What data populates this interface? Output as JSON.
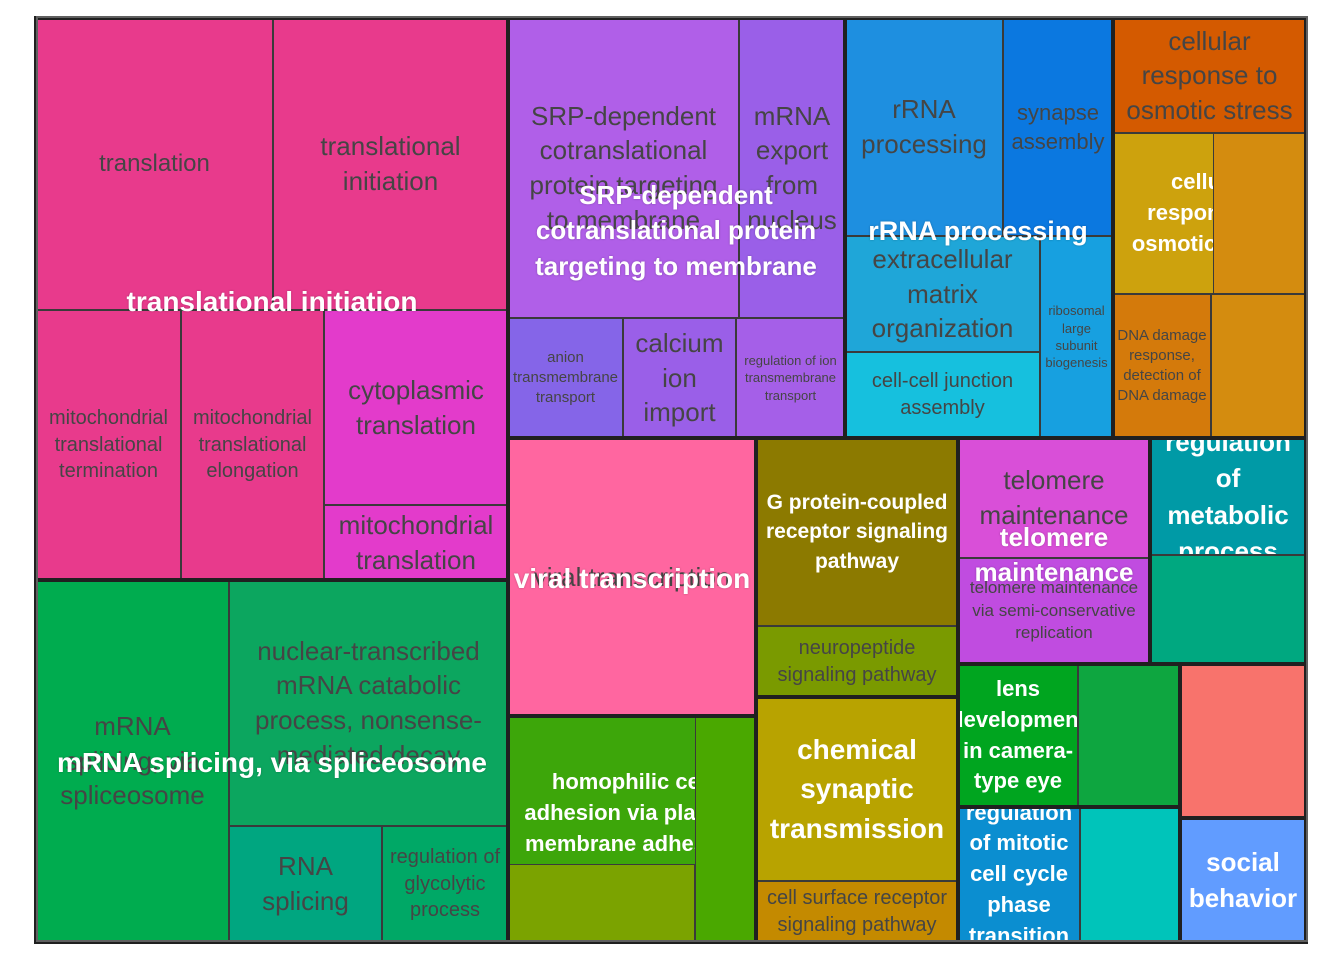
{
  "chart_data": {
    "type": "treemap",
    "title": "",
    "tiles": [
      {
        "label": "translation",
        "group": "translational initiation",
        "color": "#E83A8C"
      },
      {
        "label": "translational initiation",
        "group": "translational initiation",
        "color": "#E83A8C"
      },
      {
        "label": "mitochondrial translational termination",
        "group": "translational initiation",
        "color": "#E83A8C"
      },
      {
        "label": "mitochondrial translational elongation",
        "group": "translational initiation",
        "color": "#E83A8C"
      },
      {
        "label": "cytoplasmic translation",
        "group": "translational initiation",
        "color": "#E33BCB"
      },
      {
        "label": "mitochondrial translation",
        "group": "translational initiation",
        "color": "#E33BCB"
      },
      {
        "label": "SRP-dependent cotranslational protein targeting to membrane",
        "group": "SRP-dependent cotranslational protein targeting to membrane",
        "color": "#B05FE8"
      },
      {
        "label": "mRNA export from nucleus",
        "group": "SRP-dependent cotranslational protein targeting to membrane",
        "color": "#9A5FE8"
      },
      {
        "label": "anion transmembrane transport",
        "group": "SRP-dependent cotranslational protein targeting to membrane",
        "color": "#8565E8"
      },
      {
        "label": "calcium ion import",
        "group": "SRP-dependent cotranslational protein targeting to membrane",
        "color": "#9A5FE8"
      },
      {
        "label": "regulation of ion transmembrane transport",
        "group": "SRP-dependent cotranslational protein targeting to membrane",
        "color": "#A55FE8"
      },
      {
        "label": "rRNA processing",
        "group": "rRNA processing",
        "color": "#1E8FE0"
      },
      {
        "label": "synapse assembly",
        "group": "rRNA processing",
        "color": "#0B78E0"
      },
      {
        "label": "extracellular matrix organization",
        "group": "rRNA processing",
        "color": "#1FA6D8"
      },
      {
        "label": "ribosomal large subunit biogenesis",
        "group": "rRNA processing",
        "color": "#17A0E0"
      },
      {
        "label": "cell-cell junction assembly",
        "group": "rRNA processing",
        "color": "#16C0DE"
      },
      {
        "label": "cellular response to osmotic stress",
        "group": "cellular response to osmotic stress",
        "color": "#D45A00"
      },
      {
        "label": "cellular response to osmotic stress",
        "group": "cellular response to osmotic stress",
        "color": "#CDA20D"
      },
      {
        "label": "",
        "group": "cellular response to osmotic stress",
        "color": "#D48C0F"
      },
      {
        "label": "DNA damage response, detection of DNA damage",
        "group": "cellular response to osmotic stress",
        "color": "#D47A0B"
      },
      {
        "label": "",
        "group": "cellular response to osmotic stress",
        "color": "#D48C0F"
      },
      {
        "label": "mRNA splicing, via spliceosome",
        "group": "mRNA splicing, via spliceosome",
        "color": "#00AC4F"
      },
      {
        "label": "nuclear-transcribed mRNA catabolic process, nonsense-mediated decay",
        "group": "mRNA splicing, via spliceosome",
        "color": "#0CA65F"
      },
      {
        "label": "RNA splicing",
        "group": "mRNA splicing, via spliceosome",
        "color": "#00A680"
      },
      {
        "label": "regulation of glycolytic process",
        "group": "mRNA splicing, via spliceosome",
        "color": "#00A866"
      },
      {
        "label": "viral transcription",
        "group": "viral transcription",
        "color": "#FF66A0"
      },
      {
        "label": "homophilic cell adhesion via plasma membrane adhesion molecules",
        "group": "homophilic cell adhesion via plasma membrane adhesion molecules",
        "color": "#3DA60A"
      },
      {
        "label": "",
        "group": "homophilic cell adhesion via plasma membrane adhesion molecules",
        "color": "#4AA800"
      },
      {
        "label": "",
        "group": "homophilic cell adhesion via plasma membrane adhesion molecules",
        "color": "#7BA300"
      },
      {
        "label": "G protein-coupled receptor signaling pathway",
        "group": "G protein-coupled receptor signaling pathway",
        "color": "#8C7A00"
      },
      {
        "label": "neuropeptide signaling pathway",
        "group": "G protein-coupled receptor signaling pathway",
        "color": "#7A9A00"
      },
      {
        "label": "chemical synaptic transmission",
        "group": "chemical synaptic transmission",
        "color": "#B8A300"
      },
      {
        "label": "cell surface receptor signaling pathway",
        "group": "chemical synaptic transmission",
        "color": "#C48A00"
      },
      {
        "label": "telomere maintenance",
        "group": "telomere maintenance",
        "color": "#D94FD8"
      },
      {
        "label": "telomere maintenance via semi-conservative replication",
        "group": "telomere maintenance",
        "color": "#C04CE0"
      },
      {
        "label": "regulation of metabolic process",
        "group": "regulation of metabolic process",
        "color": "#009AA6"
      },
      {
        "label": "",
        "group": "regulation of metabolic process",
        "color": "#00A880"
      },
      {
        "label": "lens development in camera-type eye",
        "group": "lens development in camera-type eye",
        "color": "#00A51F"
      },
      {
        "label": "",
        "group": "lens development in camera-type eye",
        "color": "#0EA640"
      },
      {
        "label": "",
        "group": "",
        "color": "#F8736C"
      },
      {
        "label": "regulation of mitotic cell cycle phase transition",
        "group": "regulation of mitotic cell cycle phase transition",
        "color": "#0B8ED0"
      },
      {
        "label": "",
        "group": "regulation of mitotic cell cycle phase transition",
        "color": "#00C4BA"
      },
      {
        "label": "social behavior",
        "group": "social behavior",
        "color": "#619CFF"
      }
    ],
    "groups": [
      "translational initiation",
      "SRP-dependent cotranslational protein targeting to membrane",
      "rRNA processing",
      "cellular response to osmotic stress",
      "mRNA splicing, via spliceosome",
      "viral transcription",
      "homophilic cell adhesion via plasma membrane adhesion molecules",
      "G protein-coupled receptor signaling pathway",
      "chemical synaptic transmission",
      "telomere maintenance",
      "regulation of metabolic process",
      "lens development in camera-type eye",
      "",
      "regulation of mitotic cell cycle phase transition",
      "social behavior"
    ]
  }
}
